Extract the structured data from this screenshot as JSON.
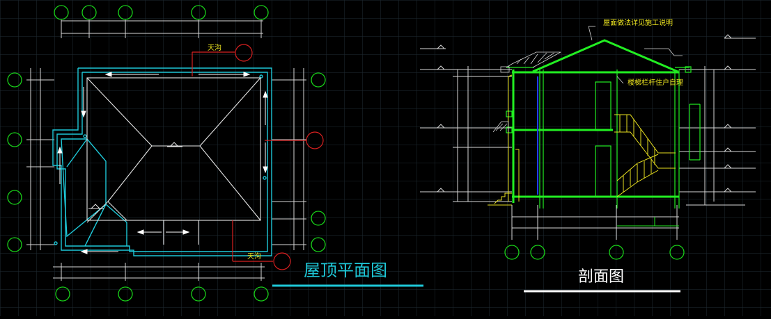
{
  "drawing": {
    "plan_title": "屋顶平面图",
    "section_title": "剖面图",
    "gutter_label_top": "天沟",
    "gutter_label_bottom": "天沟",
    "roof_note": "屋面做法详见施工说明",
    "railing_note": "楼梯栏杆住户自理"
  },
  "colors": {
    "background": "#000000",
    "grid": "#1f2b33",
    "axis_circle": "#19d219",
    "dim_line": "#d8d8d8",
    "cyan": "#1ec8d8",
    "yellow": "#e8e020",
    "red": "#d82020",
    "bright_green": "#22ee22",
    "blue": "#2040ff"
  }
}
